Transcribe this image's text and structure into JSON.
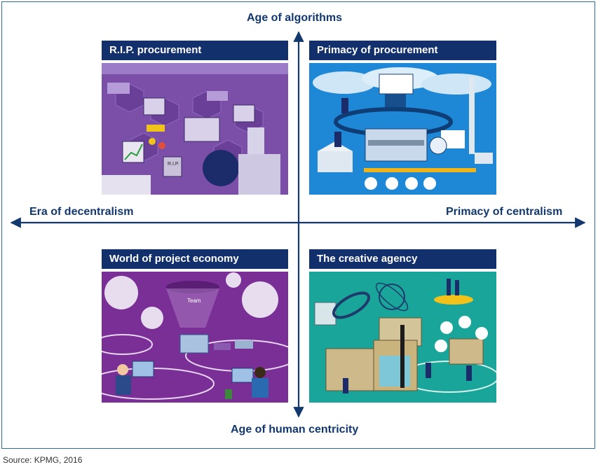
{
  "axes": {
    "top": "Age of algorithms",
    "bottom": "Age of human centricity",
    "left": "Era of decentralism",
    "right": "Primacy of centralism"
  },
  "quadrants": {
    "top_left": {
      "title": "R.I.P. procurement",
      "sign": "R.I.P."
    },
    "top_right": {
      "title": "Primacy of procurement"
    },
    "bottom_left": {
      "title": "World of project economy",
      "team_label": "Team"
    },
    "bottom_right": {
      "title": "The creative agency"
    }
  },
  "source": "Source: KPMG, 2016",
  "colors": {
    "axis": "#12386e",
    "title_bar": "#12306b",
    "rip_bg": "#7b4fa8",
    "primacy_bg": "#1f88d6",
    "project_bg": "#7a2f96",
    "creative_bg": "#1aa59a"
  }
}
